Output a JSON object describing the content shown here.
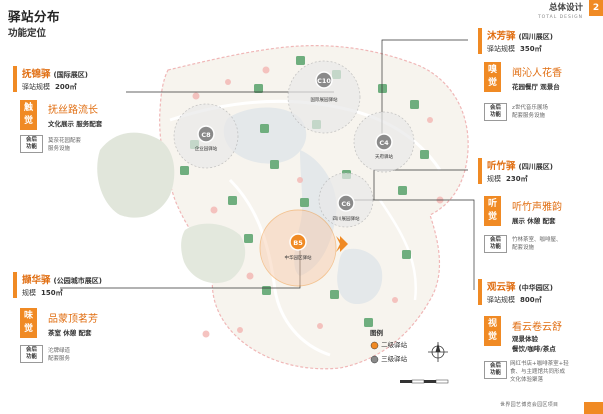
{
  "header": {
    "title": "驿站分布",
    "subtitle": "功能定位",
    "section_cn": "总体设计",
    "section_en": "TOTAL DESIGN",
    "tab_number": "2"
  },
  "stations": {
    "fujin": {
      "name": "抚锦驿",
      "region": "(国际展区)",
      "scale_label": "驿站规模",
      "scale_value": "200㎡",
      "sense": [
        "触",
        "觉"
      ],
      "theme": "抚丝路流长",
      "note": "文化展示 服务配套",
      "func_label": [
        "会后",
        "功能"
      ],
      "func_desc": [
        "莫奈花园配套",
        "服务设施"
      ],
      "map_label": "C8",
      "map_caption": "企业园驿站"
    },
    "mufang": {
      "name": "沐芳驿",
      "region": "(四川展区)",
      "scale_label": "驿站规模",
      "scale_value": "350㎡",
      "sense": [
        "嗅",
        "觉"
      ],
      "theme": "闻沁人花香",
      "note": "花园餐厅 观景台",
      "func_label": [
        "会后",
        "功能"
      ],
      "func_desc": [
        "z世代音乐展场",
        "配套服务设施"
      ],
      "map_label": "C4",
      "map_caption": "天府驿站"
    },
    "tingzhu": {
      "name": "听竹驿",
      "region": "(四川展区)",
      "scale_label": "规模",
      "scale_value": "230㎡",
      "sense": [
        "听",
        "觉"
      ],
      "theme": "听竹声雅韵",
      "note": "展示 休憩 配套",
      "func_label": [
        "会后",
        "功能"
      ],
      "func_desc": [
        "竹林茶室、咖啡屋、",
        "配套设施"
      ],
      "map_label": "C6",
      "map_caption": "四川展园驿站"
    },
    "xiehua": {
      "name": "撷华驿",
      "region": "(公园城市展区)",
      "scale_label": "规模",
      "scale_value": "150㎡",
      "sense": [
        "味",
        "觉"
      ],
      "theme": "品蒙顶茗芳",
      "note": "茶室 休憩 配套",
      "func_label": [
        "会后",
        "功能"
      ],
      "func_desc": [
        "沱牌绿道",
        "配套服务"
      ],
      "map_label": "C10",
      "map_caption": "国际展园驿站"
    },
    "guanyun": {
      "name": "观云驿",
      "region": "(中华园区)",
      "scale_label": "驿站规模",
      "scale_value": "800㎡",
      "sense": [
        "视",
        "觉"
      ],
      "theme": "看云卷云舒",
      "note": [
        "观景体验",
        "餐饮/咖啡/茶点"
      ],
      "func_label": [
        "会后",
        "功能"
      ],
      "func_desc": [
        "网红书店+咖啡茶室+轻",
        "食、与主题馆共同形成",
        "文化体验聚落"
      ],
      "map_label": "B5",
      "map_caption": "中华园区驿站"
    }
  },
  "legend": {
    "title": "图例",
    "primary": "二级驿站",
    "secondary": "三级驿站",
    "primary_color": "#f08a24",
    "secondary_color": "#8a8a8a"
  },
  "footer": "世界园艺博览会园区项目",
  "colors": {
    "accent": "#f08a24",
    "accent_text": "#e06d10"
  }
}
